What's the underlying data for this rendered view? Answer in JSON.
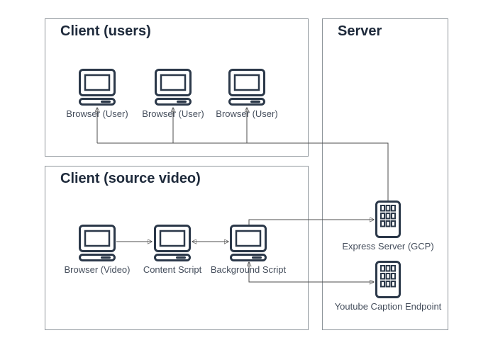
{
  "diagram": {
    "type": "architecture-diagram",
    "groups": [
      {
        "title": "Client (users)"
      },
      {
        "title": "Client (source video)"
      },
      {
        "title": "Server"
      }
    ],
    "nodes": [
      {
        "label": "Browser (User)",
        "icon": "desktop-computer",
        "group": "Client (users)"
      },
      {
        "label": "Browser (User)",
        "icon": "desktop-computer",
        "group": "Client (users)"
      },
      {
        "label": "Browser (User)",
        "icon": "desktop-computer",
        "group": "Client (users)"
      },
      {
        "label": "Browser (Video)",
        "icon": "desktop-computer",
        "group": "Client (source video)"
      },
      {
        "label": "Content Script",
        "icon": "desktop-computer",
        "group": "Client (source video)"
      },
      {
        "label": "Background Script",
        "icon": "desktop-computer",
        "group": "Client (source video)"
      },
      {
        "label": "Express Server (GCP)",
        "icon": "server-building",
        "group": "Server"
      },
      {
        "label": "Youtube Caption Endpoint",
        "icon": "server-building",
        "group": "Server"
      }
    ],
    "edges": [
      {
        "from": "Browser (Video)",
        "to": "Content Script",
        "arrows": "one-way"
      },
      {
        "from": "Content Script",
        "to": "Background Script",
        "arrows": "two-way"
      },
      {
        "from": "Background Script",
        "to": "Express Server (GCP)",
        "arrows": "one-way"
      },
      {
        "from": "Background Script",
        "to": "Youtube Caption Endpoint",
        "arrows": "two-way"
      },
      {
        "from": "Express Server (GCP)",
        "to": "Browser (User)",
        "arrows": "one-way",
        "note": "fans out to all three user browsers"
      }
    ],
    "colors": {
      "background": "#ffffff",
      "group_border": "#8e959b",
      "title_text": "#1e2a3b",
      "label_text": "#454e5c",
      "icon_stroke": "#2b3849",
      "wire": "#4d4d4d",
      "arrowhead": "#262626"
    }
  }
}
